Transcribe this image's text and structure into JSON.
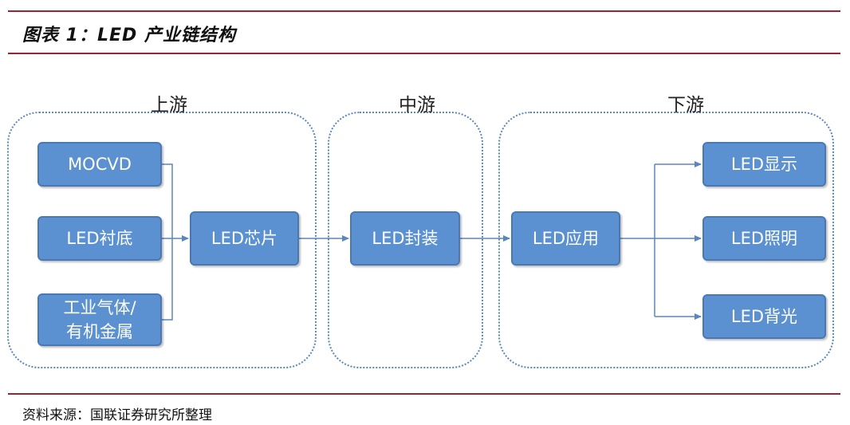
{
  "header": {
    "title": "图表 1：LED 产业链结构"
  },
  "groups": {
    "upstream": {
      "label": "上游"
    },
    "midstream": {
      "label": "中游"
    },
    "downstream": {
      "label": "下游"
    }
  },
  "nodes": {
    "mocvd": "MOCVD",
    "substrate": "LED衬底",
    "gas_line1": "工业气体/",
    "gas_line2": "有机金属",
    "chip": "LED芯片",
    "package": "LED封装",
    "application": "LED应用",
    "display": "LED显示",
    "lighting": "LED照明",
    "backlight": "LED背光"
  },
  "footer": {
    "source": "资料来源：国联证券研究所整理"
  },
  "colors": {
    "accent_rule": "#9b2335",
    "node_fill": "#5b91d0",
    "connector": "#5b86bd"
  }
}
